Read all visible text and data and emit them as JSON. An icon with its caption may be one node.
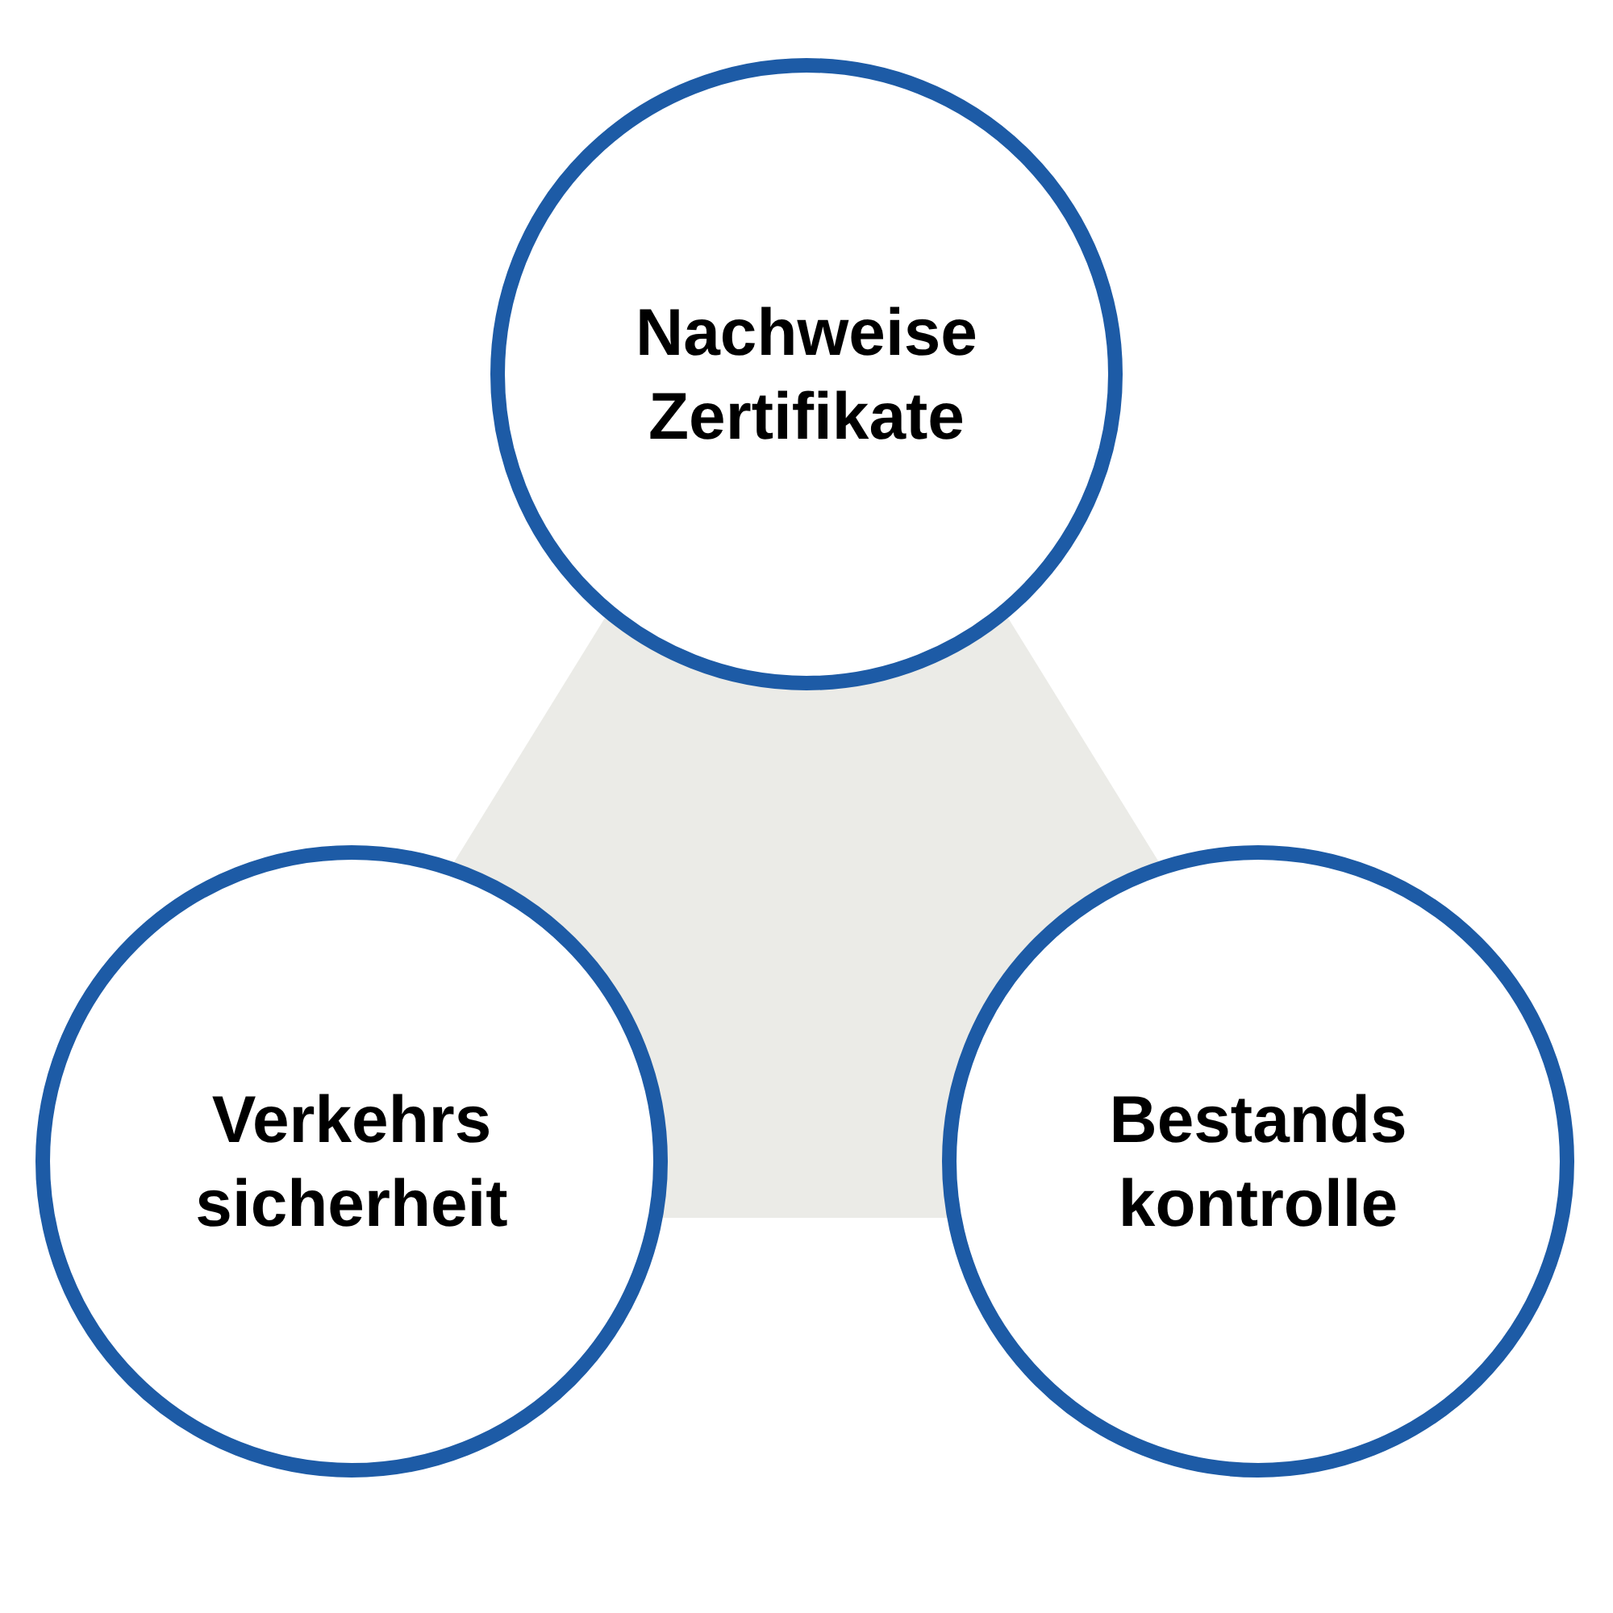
{
  "diagram": {
    "nodes": [
      {
        "text": [
          "Nachweise Zertifikate"
        ]
      },
      {
        "text": [
          "Verkehrs sicherheit"
        ]
      },
      {
        "text": [
          "Bestands kontrolle"
        ]
      }
    ]
  }
}
